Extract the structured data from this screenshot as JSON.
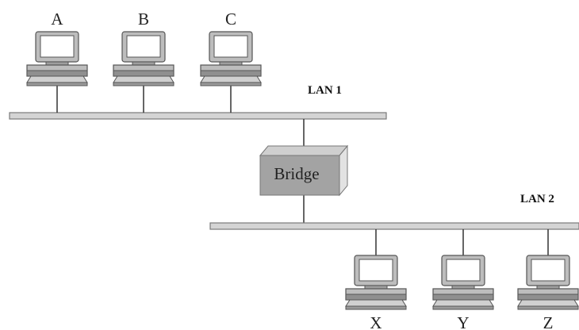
{
  "lans": [
    {
      "label": "LAN 1",
      "hosts": [
        "A",
        "B",
        "C"
      ]
    },
    {
      "label": "LAN 2",
      "hosts": [
        "X",
        "Y",
        "Z"
      ]
    }
  ],
  "bridge": {
    "label": "Bridge"
  },
  "colors": {
    "bus_fill": "#d4d4d4",
    "bus_stroke": "#7a7a7a",
    "computer_fill": "#bdbdbd",
    "computer_dark": "#8f8f8f",
    "screen_fill": "#ffffff",
    "bridge_front": "#a3a3a3",
    "bridge_top": "#cfcfcf",
    "bridge_side": "#e2e2e2"
  }
}
